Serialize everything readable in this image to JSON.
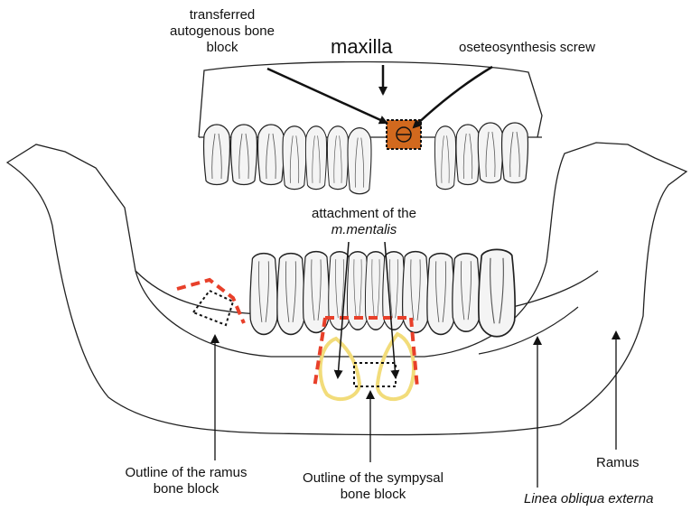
{
  "labels": {
    "transferred_block": [
      "transferred",
      "autogenous bone",
      "block"
    ],
    "maxilla": "maxilla",
    "screw": "oseteosynthesis screw",
    "attachment_line1": "attachment of the",
    "attachment_line2": "m.mentalis",
    "ramus_block": [
      "Outline of the ramus",
      "bone block"
    ],
    "sympysal_block": [
      "Outline of the sympysal",
      "bone block"
    ],
    "ramus": "Ramus",
    "linea": "Linea obliqua externa"
  },
  "colors": {
    "outline": "#1a1a1a",
    "graft_fill": "#d2691e",
    "cut_line": "#e8402a",
    "mentalis": "#f2dc7a"
  }
}
